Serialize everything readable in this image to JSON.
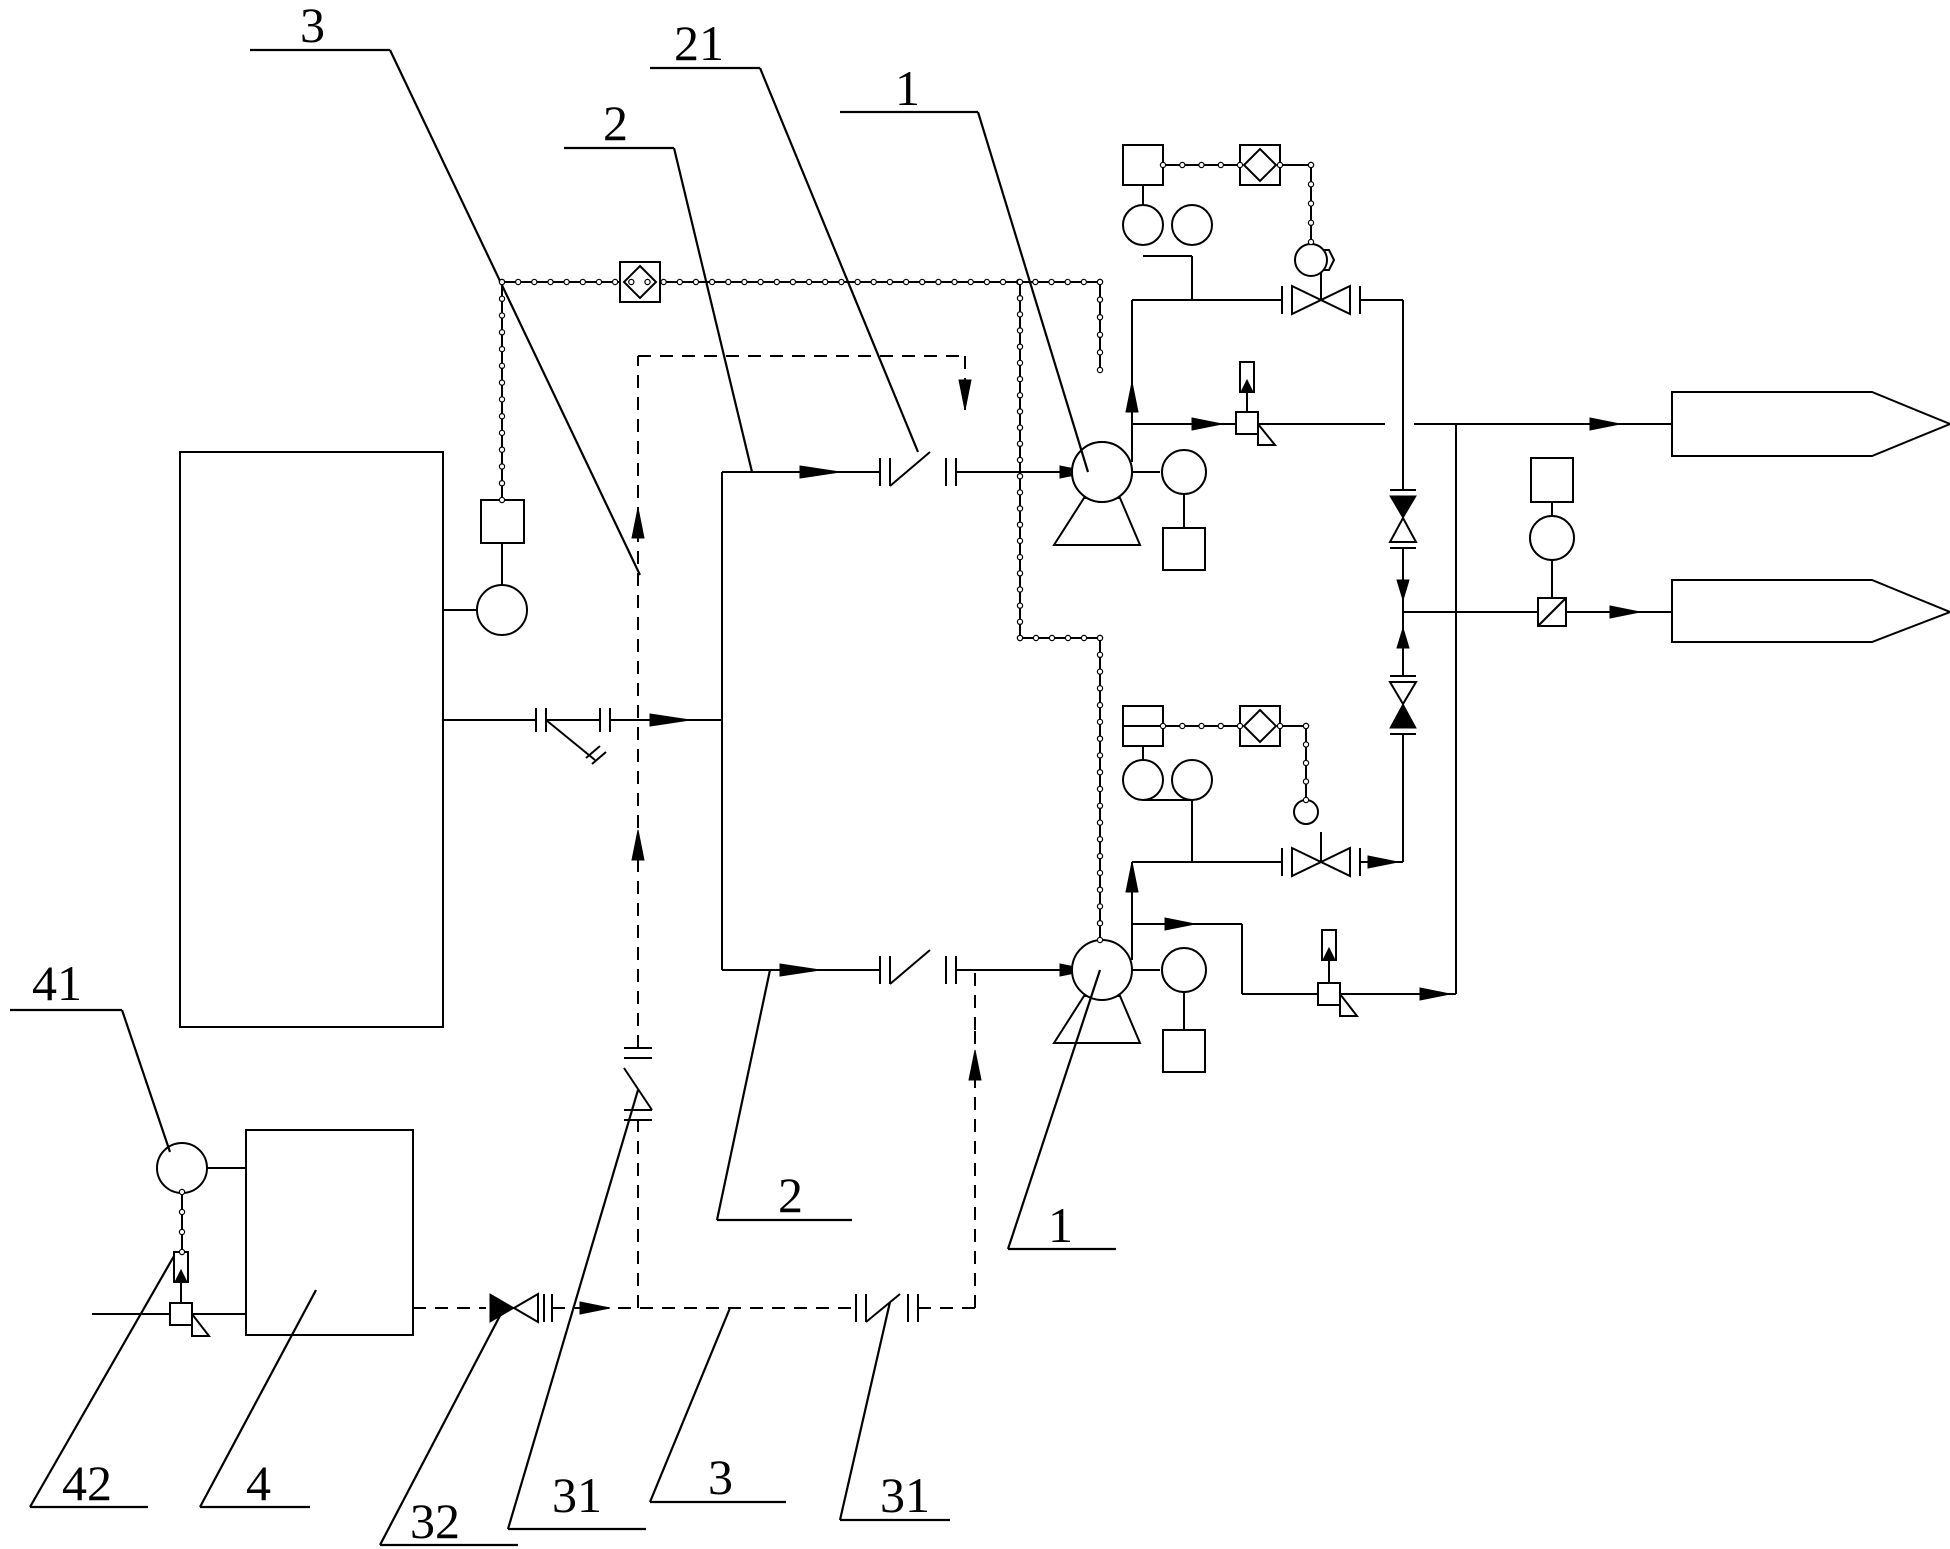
{
  "callouts": {
    "c3_top": "3",
    "c21": "21",
    "c2_top": "2",
    "c1_top": "1",
    "c41": "41",
    "c2_bottom": "2",
    "c1_bottom": "1",
    "c42": "42",
    "c4": "4",
    "c32": "32",
    "c31_left": "31",
    "c3_bottom": "3",
    "c31_right": "31"
  }
}
